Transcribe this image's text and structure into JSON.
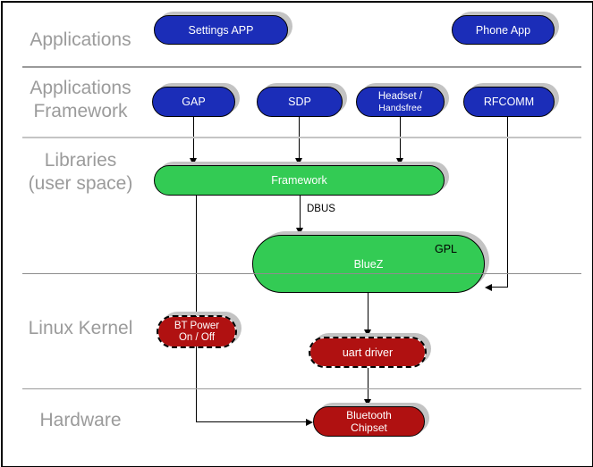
{
  "diagram": {
    "layer_labels": {
      "applications": {
        "line1": "Applications"
      },
      "applications_framework": {
        "line1": "Applications",
        "line2": "Framework"
      },
      "libraries": {
        "line1": "Libraries",
        "line2": "(user space)"
      },
      "linux_kernel": {
        "line1": "Linux Kernel"
      },
      "hardware": {
        "line1": "Hardware"
      }
    },
    "nodes": {
      "settings_app": {
        "label": "Settings APP"
      },
      "phone_app": {
        "label": "Phone App"
      },
      "gap": {
        "label": "GAP"
      },
      "sdp": {
        "label": "SDP"
      },
      "headset": {
        "line1": "Headset /",
        "line2": "Handsfree"
      },
      "rfcomm": {
        "label": "RFCOMM"
      },
      "framework": {
        "label": "Framework"
      },
      "bluez": {
        "label": "BlueZ",
        "badge": "GPL"
      },
      "bt_power": {
        "line1": "BT Power",
        "line2": "On / Off"
      },
      "uart_driver": {
        "label": "uart driver"
      },
      "bluetooth_chipset": {
        "line1": "Bluetooth",
        "line2": "Chipset"
      }
    },
    "edge_labels": {
      "dbus": "DBUS"
    },
    "colors": {
      "application_node_blue": "#1b2db8",
      "userspace_node_green": "#33cb54",
      "kernel_node_red": "#b01111",
      "shadow_gray": "#c3c3c3",
      "layer_label_gray": "#9b9b9b"
    }
  }
}
